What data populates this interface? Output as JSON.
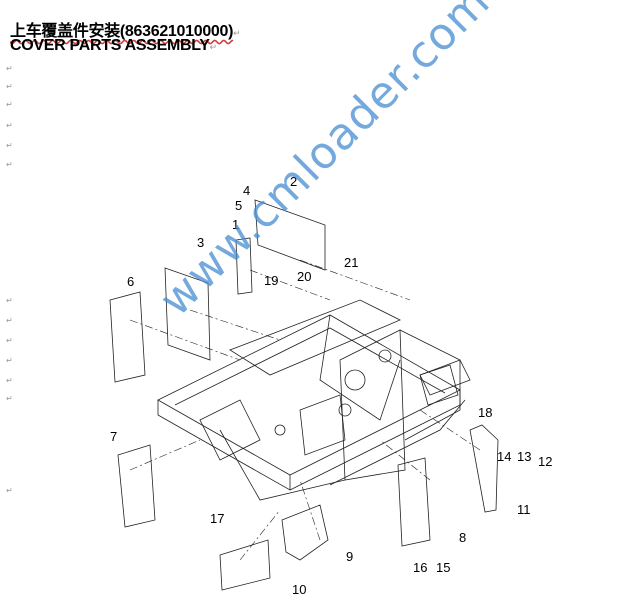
{
  "title": {
    "chinese": "上车覆盖件安装(863621010000)",
    "english": "COVER PARTS ASSEMBLY",
    "return_mark": "↵"
  },
  "paragraph_mark": "↵",
  "watermark": "www.cmloader.com",
  "callouts": [
    "1",
    "2",
    "3",
    "4",
    "5",
    "6",
    "7",
    "8",
    "9",
    "10",
    "11",
    "12",
    "13",
    "14",
    "15",
    "16",
    "17",
    "18",
    "19",
    "20",
    "21"
  ]
}
